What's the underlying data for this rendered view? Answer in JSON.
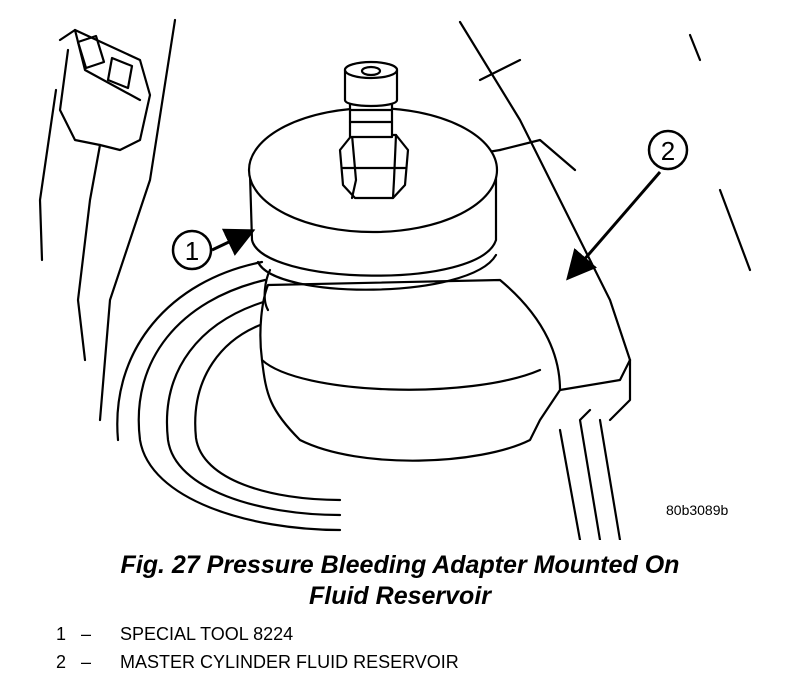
{
  "figure": {
    "code": "80b3089b",
    "caption_line1": "Fig. 27 Pressure Bleeding Adapter Mounted On",
    "caption_line2": "Fluid Reservoir"
  },
  "callouts": [
    {
      "number": "1"
    },
    {
      "number": "2"
    }
  ],
  "legend": [
    {
      "number": "1",
      "dash": "–",
      "text": "SPECIAL TOOL 8224"
    },
    {
      "number": "2",
      "dash": "–",
      "text": "MASTER CYLINDER FLUID RESERVOIR"
    }
  ]
}
